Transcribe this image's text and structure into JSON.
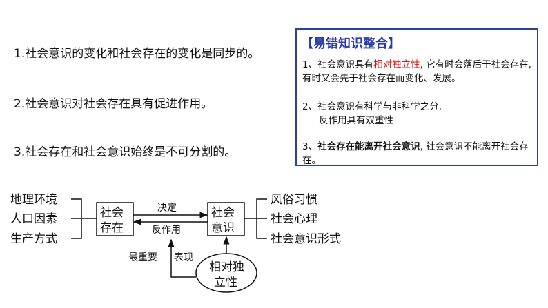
{
  "statements": [
    "1.社会意识的变化和社会存在的变化是同步的。",
    "2.社会意识对社会存在具有促进作用。",
    "3.社会存在和社会意识始终是不可分割的。"
  ],
  "box": {
    "title": "【易错知识整合】",
    "p1": {
      "a": "1、社会意识具有",
      "highlight": "相对独立性",
      "b": ", 它有时会落后于社会存在, 有时又会先于社会存在而变化、发展。"
    },
    "p2": {
      "line1": "2、社会意识有科学与非科学之分,",
      "line2": "反作用具有双重性"
    },
    "p3": {
      "a": "3、",
      "bold": "社会存在能离开社会意识",
      "b": ", 社会意识不能离开社会存在。"
    }
  },
  "diagram": {
    "left_factors": [
      "地理环境",
      "人口因素",
      "生产方式"
    ],
    "box_left": [
      "社会",
      "存在"
    ],
    "box_right": [
      "社会",
      "意识"
    ],
    "arrow_decide": "决定",
    "arrow_react": "反作用",
    "right_factors": [
      "风俗习惯",
      "社会心理",
      "社会意识形式"
    ],
    "label_important": "最重要",
    "label_show": "表现",
    "ellipse": [
      "相对独",
      "立性"
    ]
  }
}
